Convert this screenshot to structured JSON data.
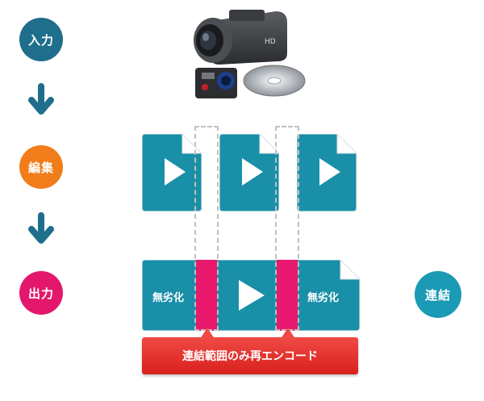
{
  "steps": {
    "input_label": "入力",
    "edit_label": "編集",
    "output_label": "出力"
  },
  "connect_label": "連結",
  "segments": {
    "left_label": "無劣化",
    "right_label": "無劣化"
  },
  "reencode_banner": "連結範囲のみ再エンコード",
  "colors": {
    "teal": "#1a9ab4",
    "dark_blue": "#1e6e8c",
    "orange": "#f07d1a",
    "magenta": "#e3186c",
    "pink": "#e8196e",
    "red": "#d8201c"
  }
}
